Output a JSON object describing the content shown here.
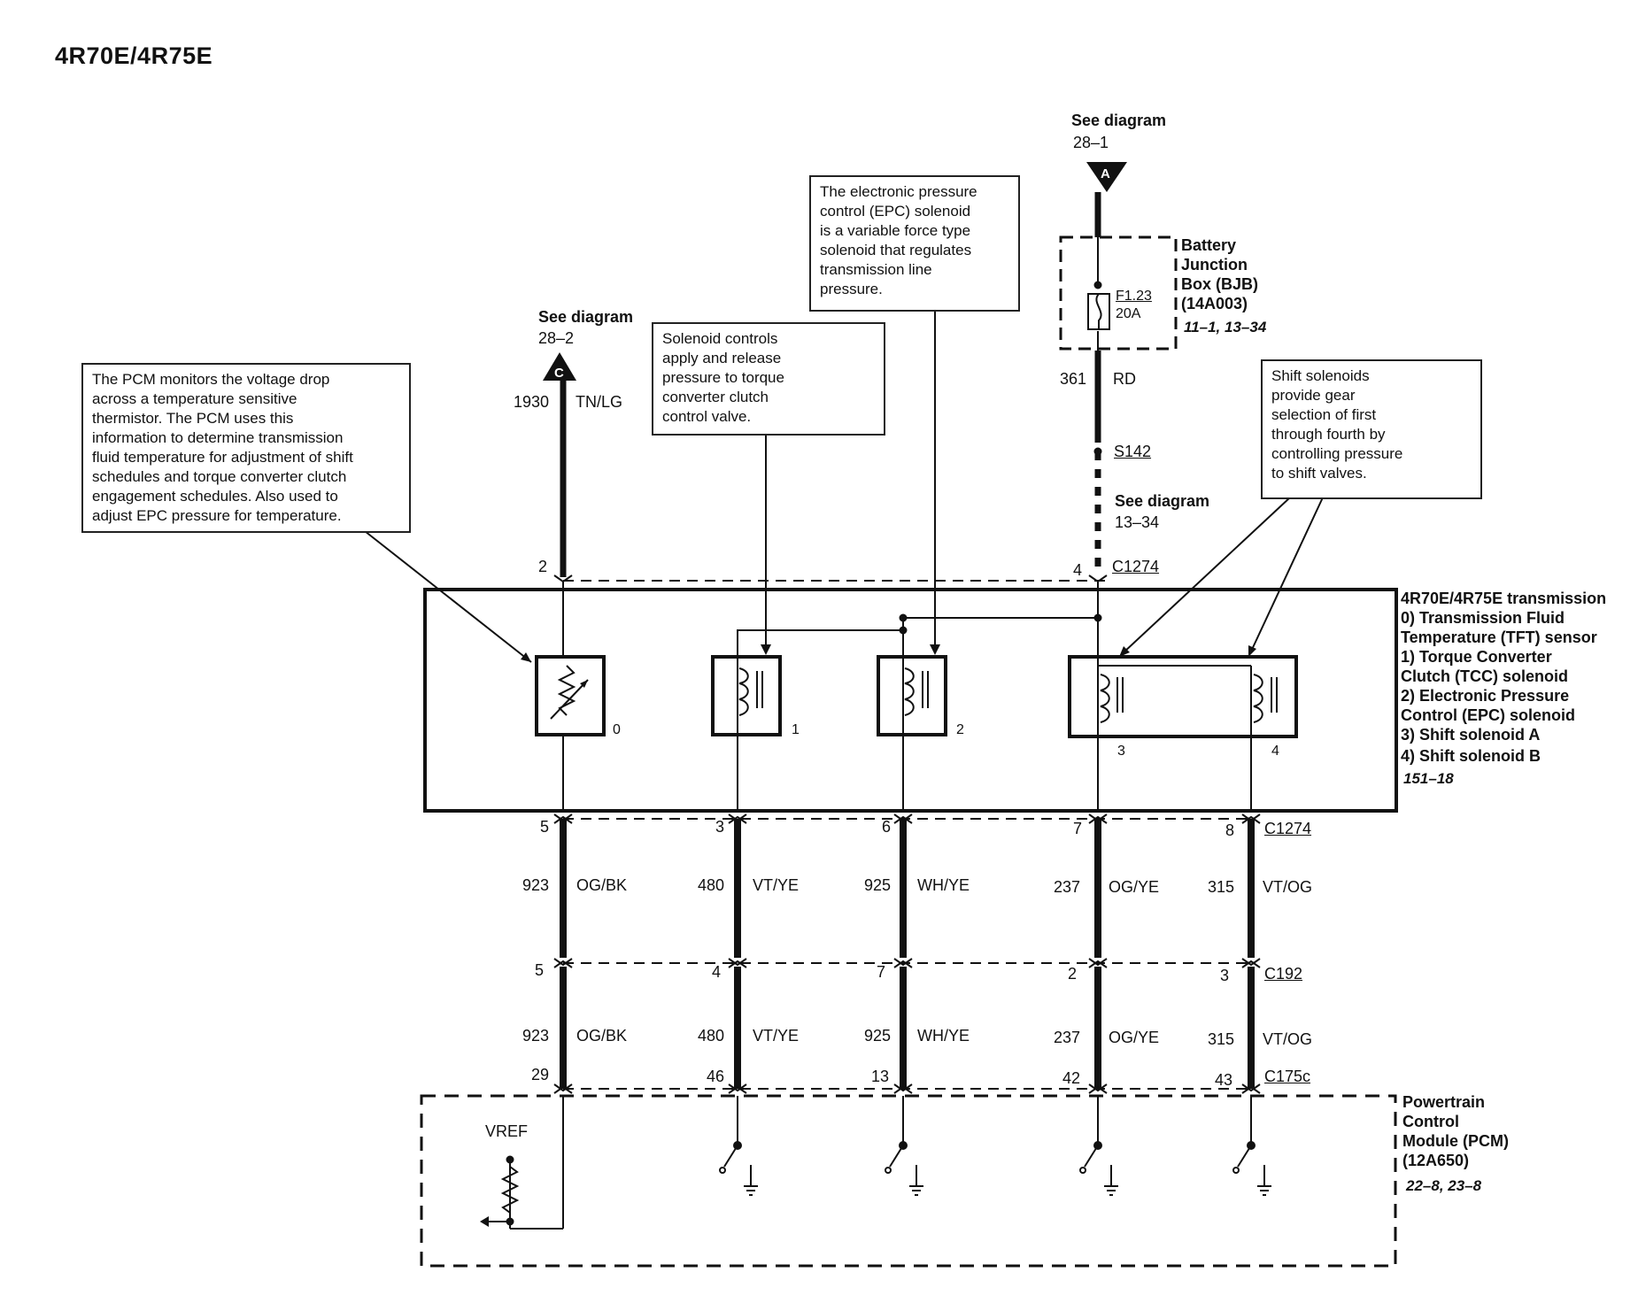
{
  "title": "4R70E/4R75E",
  "notes": {
    "pcm": "The PCM monitors the voltage drop\nacross a temperature sensitive\nthermistor. The PCM uses this\ninformation to determine transmission\nfluid temperature for adjustment of shift\nschedules and torque converter clutch\nengagement schedules. Also used to\nadjust EPC pressure for temperature.",
    "tcc": "Solenoid controls\napply and release\npressure to torque\nconverter clutch\ncontrol valve.",
    "epc": "The electronic pressure\ncontrol (EPC) solenoid\nis a variable force type\nsolenoid that regulates\ntransmission line\npressure.",
    "shift": "Shift solenoids\nprovide gear\nselection of first\nthrough fourth by\ncontrolling pressure\nto shift valves."
  },
  "refs": {
    "see_diagram": "See diagram",
    "a_ref": "28–1",
    "a_letter": "A",
    "c_ref": "28–2",
    "c_letter": "C",
    "s_ref": "13–34"
  },
  "bjb": {
    "name": "Battery\nJunction\nBox (BJB)\n(14A003)",
    "pages": "11–1, 13–34",
    "fuse_id": "F1.23",
    "fuse_rating": "20A"
  },
  "top_wires": {
    "c_circuit": "1930",
    "c_color": "TN/LG",
    "a_circuit": "361",
    "a_color": "RD",
    "splice": "S142"
  },
  "transmission": {
    "name": "4R70E/4R75E transmission",
    "items": [
      "0) Transmission Fluid",
      "Temperature (TFT) sensor",
      "1) Torque Converter",
      "Clutch (TCC) solenoid",
      "2) Electronic Pressure",
      "Control (EPC) solenoid",
      "3) Shift solenoid A",
      "4) Shift solenoid B"
    ],
    "page": "151–18",
    "component_nums": [
      "0",
      "1",
      "2",
      "3",
      "4"
    ]
  },
  "connectors": {
    "c1274": "C1274",
    "c192": "C192",
    "c175c": "C175c",
    "c1274_top_pins": [
      "2",
      "4"
    ],
    "c1274_pins": [
      "5",
      "3",
      "6",
      "7",
      "8"
    ],
    "c192_pins": [
      "5",
      "4",
      "7",
      "2",
      "3"
    ],
    "c175c_pins": [
      "29",
      "46",
      "13",
      "42",
      "43"
    ]
  },
  "wires": [
    {
      "circuit": "923",
      "color": "OG/BK"
    },
    {
      "circuit": "480",
      "color": "VT/YE"
    },
    {
      "circuit": "925",
      "color": "WH/YE"
    },
    {
      "circuit": "237",
      "color": "OG/YE"
    },
    {
      "circuit": "315",
      "color": "VT/OG"
    }
  ],
  "pcm": {
    "name": "Powertrain\nControl\nModule (PCM)\n(12A650)",
    "pages": "22–8, 23–8",
    "vref": "VREF"
  }
}
